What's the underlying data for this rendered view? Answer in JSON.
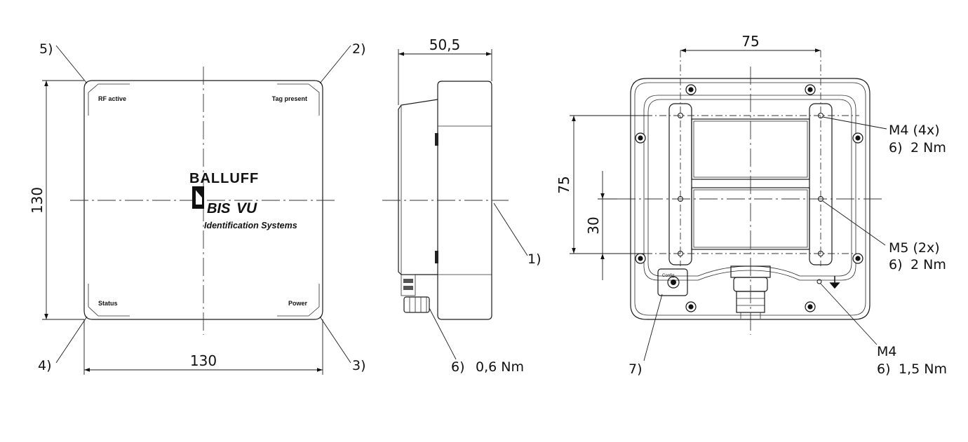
{
  "front_view": {
    "led_labels": {
      "top_left": "RF active",
      "top_right": "Tag present",
      "bottom_left": "Status",
      "bottom_right": "Power"
    },
    "logo": {
      "brand": "BALLUFF",
      "product_a": "BIS",
      "product_b": "VU",
      "tagline": "Identification Systems"
    },
    "dimensions": {
      "height": "130",
      "width": "130"
    },
    "callouts": {
      "c5": "5)",
      "c2": "2)",
      "c4": "4)",
      "c3": "3)"
    }
  },
  "side_view": {
    "dimensions": {
      "depth": "50,5"
    },
    "callouts": {
      "c1": "1)",
      "c6": "6)",
      "torque": "0,6 Nm"
    }
  },
  "rear_view": {
    "dimensions": {
      "top_width": "75",
      "left_height": "75",
      "left_inner": "30"
    },
    "connector_label": "Config",
    "callouts": {
      "m4_thread": "M4 (4x)",
      "m4_torque_ref": "6)",
      "m4_torque": "2 Nm",
      "m5_thread": "M5 (2x)",
      "m5_torque_ref": "6)",
      "m5_torque": "2 Nm",
      "ground_thread": "M4",
      "ground_torque_ref": "6)",
      "ground_torque": "1,5 Nm",
      "c7": "7)"
    }
  }
}
